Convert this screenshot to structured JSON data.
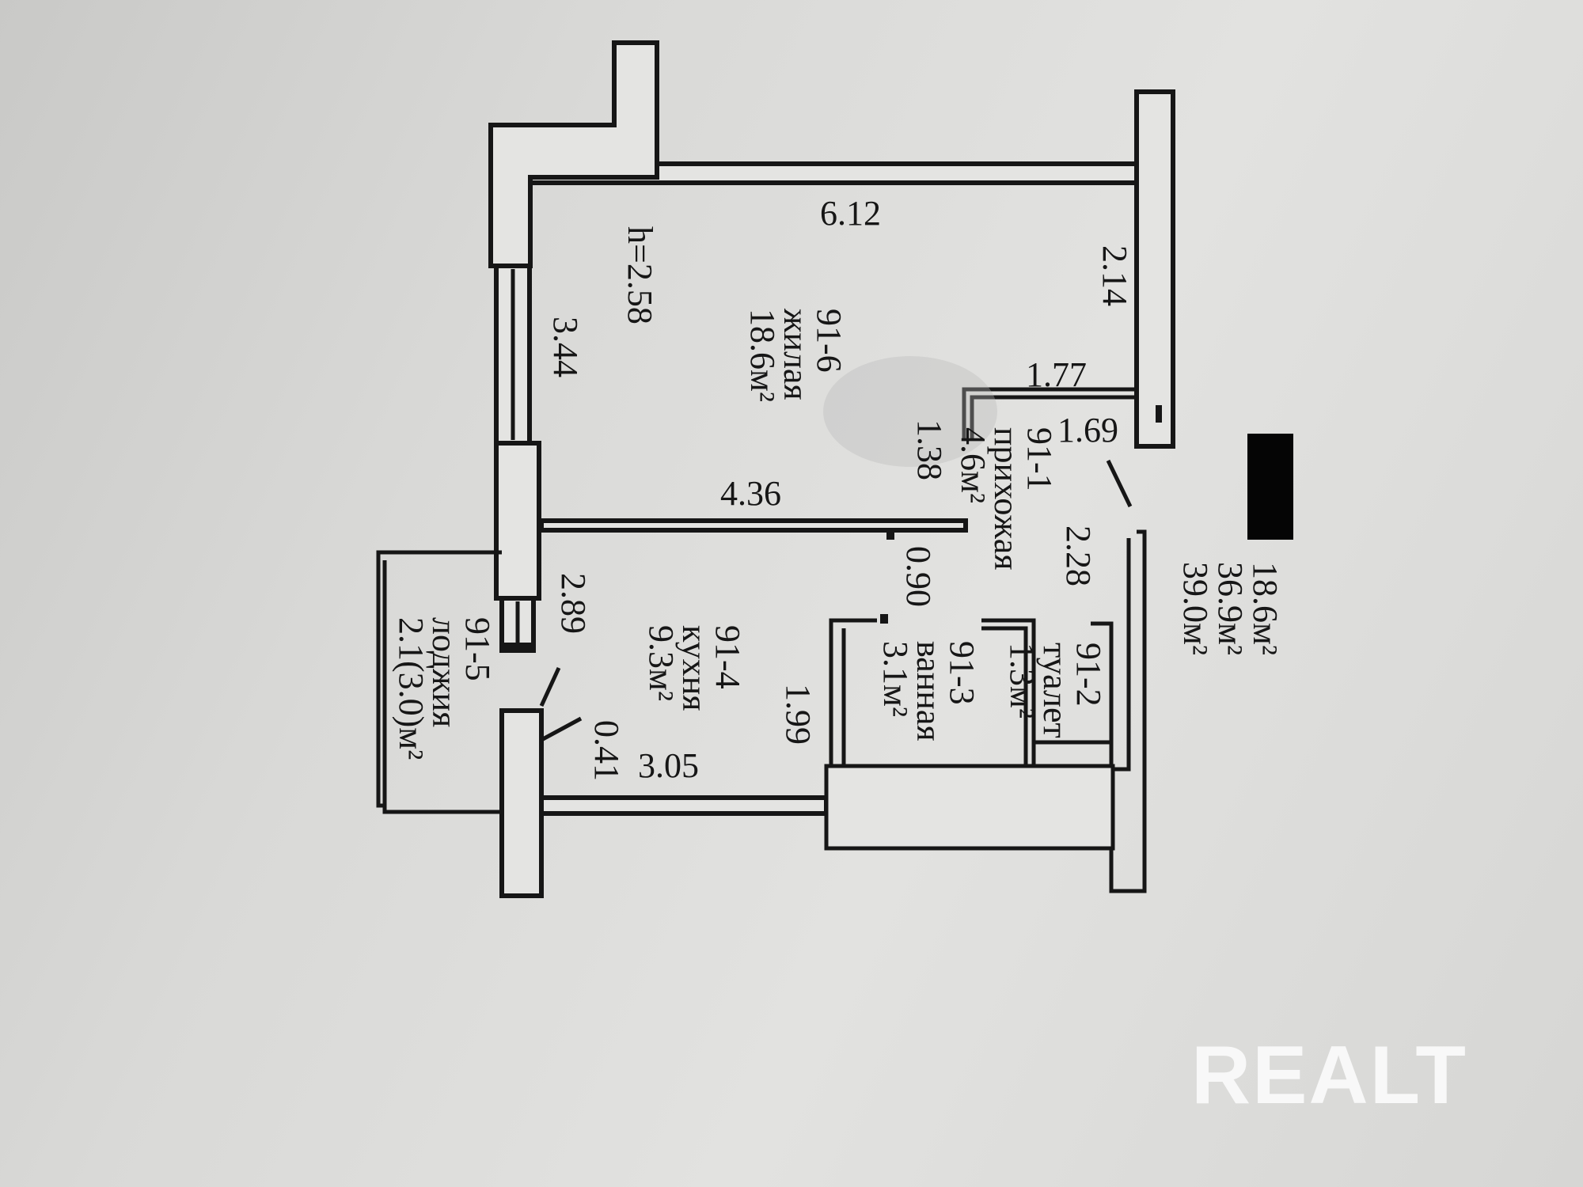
{
  "rooms": [
    {
      "id": "91-6",
      "name": "жилая",
      "area": "18.6м²"
    },
    {
      "id": "91-1",
      "name": "прихожая",
      "area": "4.6м²"
    },
    {
      "id": "91-4",
      "name": "кухня",
      "area": "9.3м²"
    },
    {
      "id": "91-5",
      "name": "лоджия",
      "area": "2.1(3.0)м²"
    },
    {
      "id": "91-3",
      "name": "ванная",
      "area": "3.1м²"
    },
    {
      "id": "91-2",
      "name": "туалет",
      "area": "1.3м²"
    }
  ],
  "ceiling_height": "h=2.58",
  "dimensions": {
    "top_wall": "6.12",
    "living_side": "3.44",
    "hall_right_upper": "2.14",
    "hall_width_a": "1.77",
    "hall_width_b": "1.69",
    "hall_depth": "1.38",
    "partition": "4.36",
    "hall_lower": "2.28",
    "bath_door": "0.90",
    "kitchen_side": "2.89",
    "bath_side": "1.99",
    "kitchen_bottom": "3.05",
    "kitchen_small": "0.41"
  },
  "totals": [
    "18.6м²",
    "36.9м²",
    "39.0м²"
  ],
  "watermark": "REALT",
  "colors": {
    "ink": "#161616",
    "paper": "#e2e2e0",
    "redaction": "#050505"
  }
}
